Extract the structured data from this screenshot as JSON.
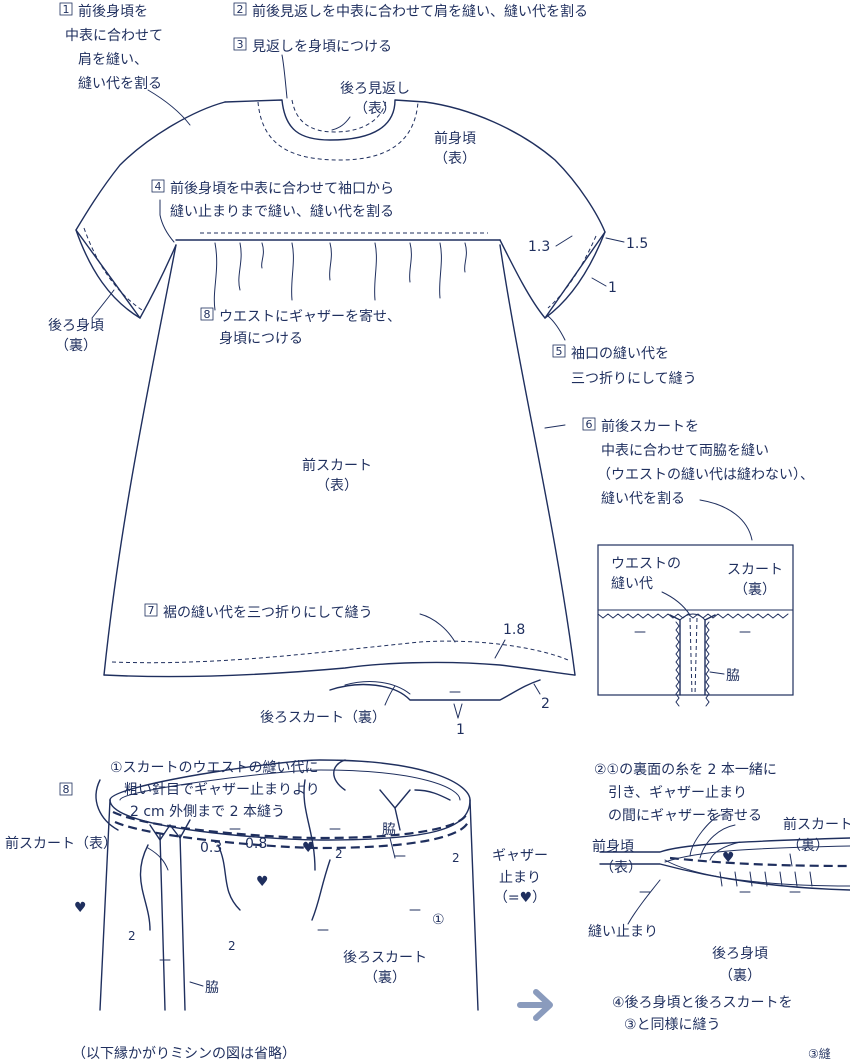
{
  "steps": {
    "s1": [
      "前後身頃を",
      "中表に合わせて",
      "肩を縫い、",
      "縫い代を割る"
    ],
    "s1_num": "1",
    "s2": "前後見返しを中表に合わせて肩を縫い、縫い代を割る",
    "s2_num": "2",
    "s3": "見返しを身頃につける",
    "s3_num": "3",
    "s4": [
      "前後身頃を中表に合わせて袖口から",
      "縫い止まりまで縫い、縫い代を割る"
    ],
    "s4_num": "4",
    "s5": [
      "袖口の縫い代を",
      "三つ折りにして縫う"
    ],
    "s5_num": "5",
    "s6": [
      "前後スカートを",
      "中表に合わせて両脇を縫い",
      "（ウエストの縫い代は縫わない）、",
      "縫い代を割る"
    ],
    "s6_num": "6",
    "s7": "裾の縫い代を三つ折りにして縫う",
    "s7_num": "7",
    "s8": [
      "ウエストにギャザーを寄せ、",
      "身頃につける"
    ],
    "s8_num": "8"
  },
  "labels": {
    "back_facing": [
      "後ろ見返し",
      "（表）"
    ],
    "front_bodice": [
      "前身頃",
      "（表）"
    ],
    "back_bodice": [
      "後ろ身頃",
      "（裏）"
    ],
    "front_skirt": [
      "前スカート",
      "（表）"
    ],
    "back_skirt_bottom": "後ろスカート（裏）",
    "dim_1_3": "1.3",
    "dim_1_5": "1.5",
    "dim_1": "1",
    "dim_1_8": "1.8",
    "dim_2": "2",
    "dim_1b": "1"
  },
  "inset": {
    "waist_seam": [
      "ウエストの",
      "縫い代"
    ],
    "skirt_back": [
      "スカート",
      "（裏）"
    ],
    "side": "脇"
  },
  "step8": {
    "num": "8",
    "instr1": [
      "①スカートのウエストの縫い代に",
      "粗い針目でギャザー止まりより",
      "2 cm 外側まで 2 本縫う"
    ],
    "front_skirt": "前スカート（表）",
    "d03": "0.3",
    "d08": "0.8",
    "side": "脇",
    "gather_stop": [
      "ギャザー",
      "止まり",
      "（=♥）"
    ],
    "two": "2",
    "circle1": "①",
    "back_skirt": [
      "後ろスカート",
      "（裏）"
    ],
    "side2": "脇",
    "footnote": "（以下縁かがりミシンの図は省略）",
    "instr2": [
      "②①の裏面の糸を 2 本一緒に",
      "引き、ギャザー止まり",
      "の間にギャザーを寄せる"
    ],
    "front_skirt_back": [
      "前スカート",
      "（裏）"
    ],
    "front_bodice": [
      "前身頃",
      "（表）"
    ],
    "stitch_stop": "縫い止まり",
    "back_bodice": [
      "後ろ身頃",
      "（裏）"
    ],
    "instr4": [
      "④後ろ身頃と後ろスカートを",
      "③と同様に縫う"
    ],
    "cut": "③縫"
  },
  "colors": {
    "ink": "#1f2f5e",
    "arrow": "#8a9bbd"
  }
}
